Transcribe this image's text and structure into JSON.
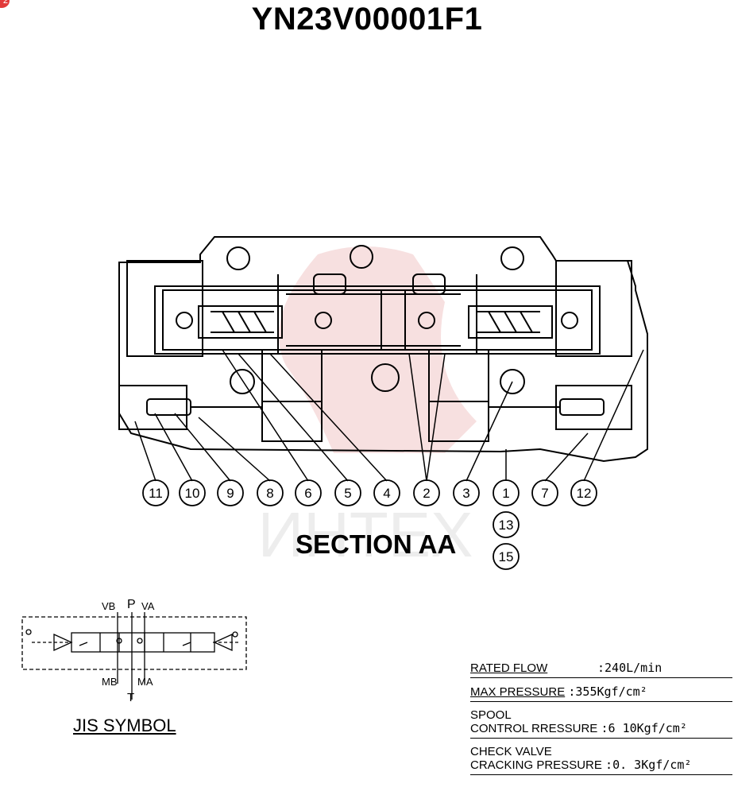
{
  "badge": "2",
  "title": "YN23V00001F1",
  "section_label": "SECTION AA",
  "callouts_row": [
    "11",
    "10",
    "9",
    "8",
    "6",
    "5",
    "4",
    "2",
    "3",
    "1",
    "7",
    "12"
  ],
  "callouts_extra": [
    "13",
    "15"
  ],
  "jis": {
    "label": "JIS SYMBOL",
    "ports_top": {
      "vb": "VB",
      "p": "P",
      "va": "VA"
    },
    "ports_bottom": {
      "mb": "MB",
      "ma": "MA",
      "t": "T"
    }
  },
  "specs": {
    "rated_flow_label": "RATED FLOW",
    "rated_flow_value": ":240L/min",
    "max_pressure_label": "MAX PRESSURE",
    "max_pressure_value": ":355Kgf/cm²",
    "spool_label_1": "SPOOL",
    "spool_label_2": "CONTROL RRESSURE",
    "spool_value": ":6  10Kgf/cm²",
    "check_label_1": "CHECK VALVE",
    "check_label_2": "CRACKING PRESSURE",
    "check_value": ":0. 3Kgf/cm²"
  },
  "watermark_text": "ИНТЕХ",
  "colors": {
    "watermark": "#e9a7a7",
    "line": "#000000"
  }
}
